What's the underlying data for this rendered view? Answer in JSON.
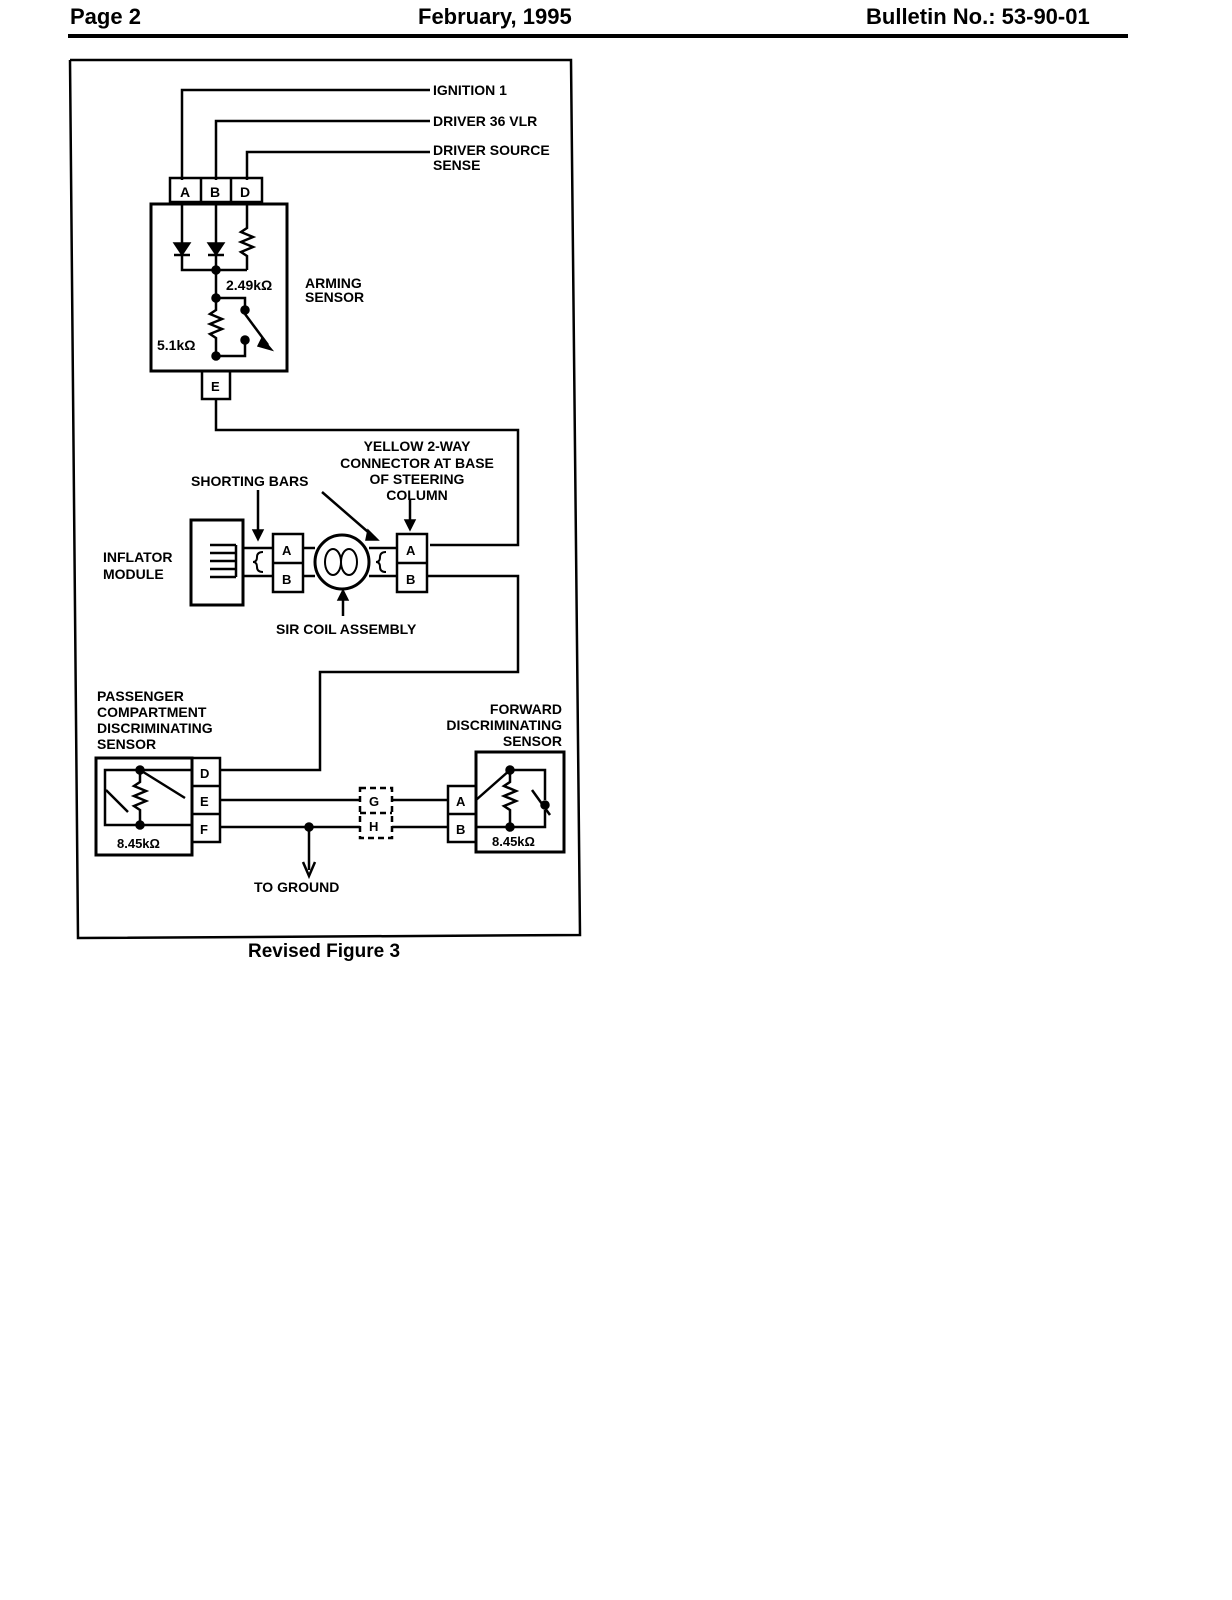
{
  "header": {
    "page": "Page  2",
    "date": "February, 1995",
    "bulletin": "Bulletin No.: 53-90-01"
  },
  "caption": "Revised Figure 3",
  "diagram": {
    "wires": {
      "ignition": "IGNITION 1",
      "driver_vlr": "DRIVER 36 VLR",
      "driver_source_1": "DRIVER SOURCE",
      "driver_source_2": "SENSE"
    },
    "arming": {
      "pins": [
        "A",
        "B",
        "D"
      ],
      "pin_e": "E",
      "r_top": "2.49kΩ",
      "r_bottom": "5.1kΩ",
      "label_1": "ARMING",
      "label_2": "SENSOR"
    },
    "yellow": {
      "line1": "YELLOW 2-WAY",
      "line2": "CONNECTOR AT BASE",
      "line3": "OF STEERING",
      "line4": "COLUMN"
    },
    "shorting_bars": "SHORTING BARS",
    "inflator": {
      "line1": "INFLATOR",
      "line2": "MODULE"
    },
    "connector_pins": {
      "a": "A",
      "b": "B"
    },
    "sir_coil": "SIR COIL ASSEMBLY",
    "passenger": {
      "line1": "PASSENGER",
      "line2": "COMPARTMENT",
      "line3": "DISCRIMINATING",
      "line4": "SENSOR",
      "pins": [
        "D",
        "E",
        "F"
      ],
      "resistor": "8.45kΩ"
    },
    "forward": {
      "line1": "FORWARD",
      "line2": "DISCRIMINATING",
      "line3": "SENSOR",
      "pins": [
        "A",
        "B"
      ],
      "resistor": "8.45kΩ"
    },
    "splice": {
      "g": "G",
      "h": "H"
    },
    "to_ground": "TO GROUND"
  }
}
